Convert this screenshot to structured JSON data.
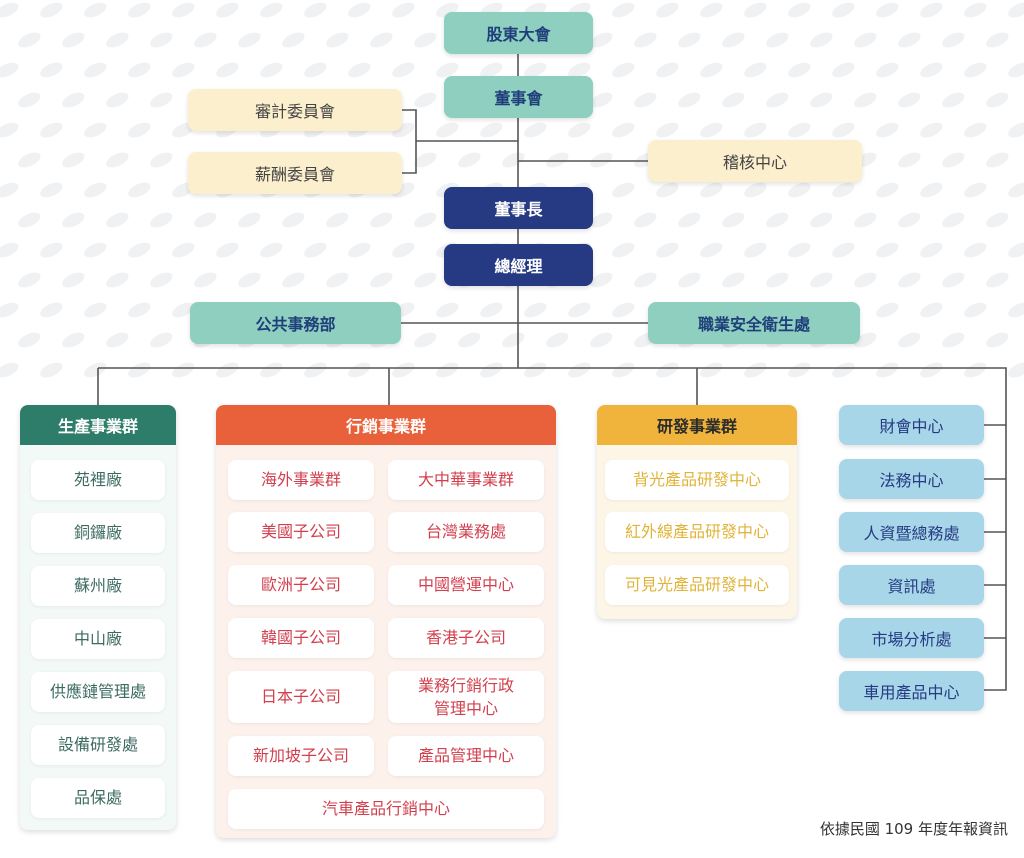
{
  "colors": {
    "teal": "#8ecfbf",
    "navy": "#253a82",
    "cream": "#fbefcd",
    "light_blue": "#a7d6e8",
    "production_header": "#2e7d6b",
    "marketing_header": "#e9613a",
    "rd_header": "#f0b43c",
    "connector": "#555555"
  },
  "governance": {
    "shareholders_meeting": "股東大會",
    "board_of_directors": "董事會",
    "audit_committee": "審計委員會",
    "remuneration_committee": "薪酬委員會",
    "internal_audit": "稽核中心",
    "chairman": "董事長",
    "president": "總經理",
    "public_affairs": "公共事務部",
    "occupational_safety": "職業安全衛生處"
  },
  "production_group": {
    "title": "生產事業群",
    "items": [
      "苑裡廠",
      "銅鑼廠",
      "蘇州廠",
      "中山廠",
      "供應鏈管理處",
      "設備研發處",
      "品保處"
    ]
  },
  "marketing_group": {
    "title": "行銷事業群",
    "left": [
      "海外事業群",
      "美國子公司",
      "歐洲子公司",
      "韓國子公司",
      "日本子公司",
      "新加坡子公司"
    ],
    "right": [
      "大中華事業群",
      "台灣業務處",
      "中國營運中心",
      "香港子公司",
      "業務行銷行政管理中心",
      "產品管理中心"
    ],
    "bottom": "汽車產品行銷中心"
  },
  "rd_group": {
    "title": "研發事業群",
    "items": [
      "背光產品研發中心",
      "紅外線產品研發中心",
      "可見光產品研發中心"
    ]
  },
  "support_units": [
    "財會中心",
    "法務中心",
    "人資暨總務處",
    "資訊處",
    "市場分析處",
    "車用產品中心"
  ],
  "footnote": "依據民國 109 年度年報資訊"
}
